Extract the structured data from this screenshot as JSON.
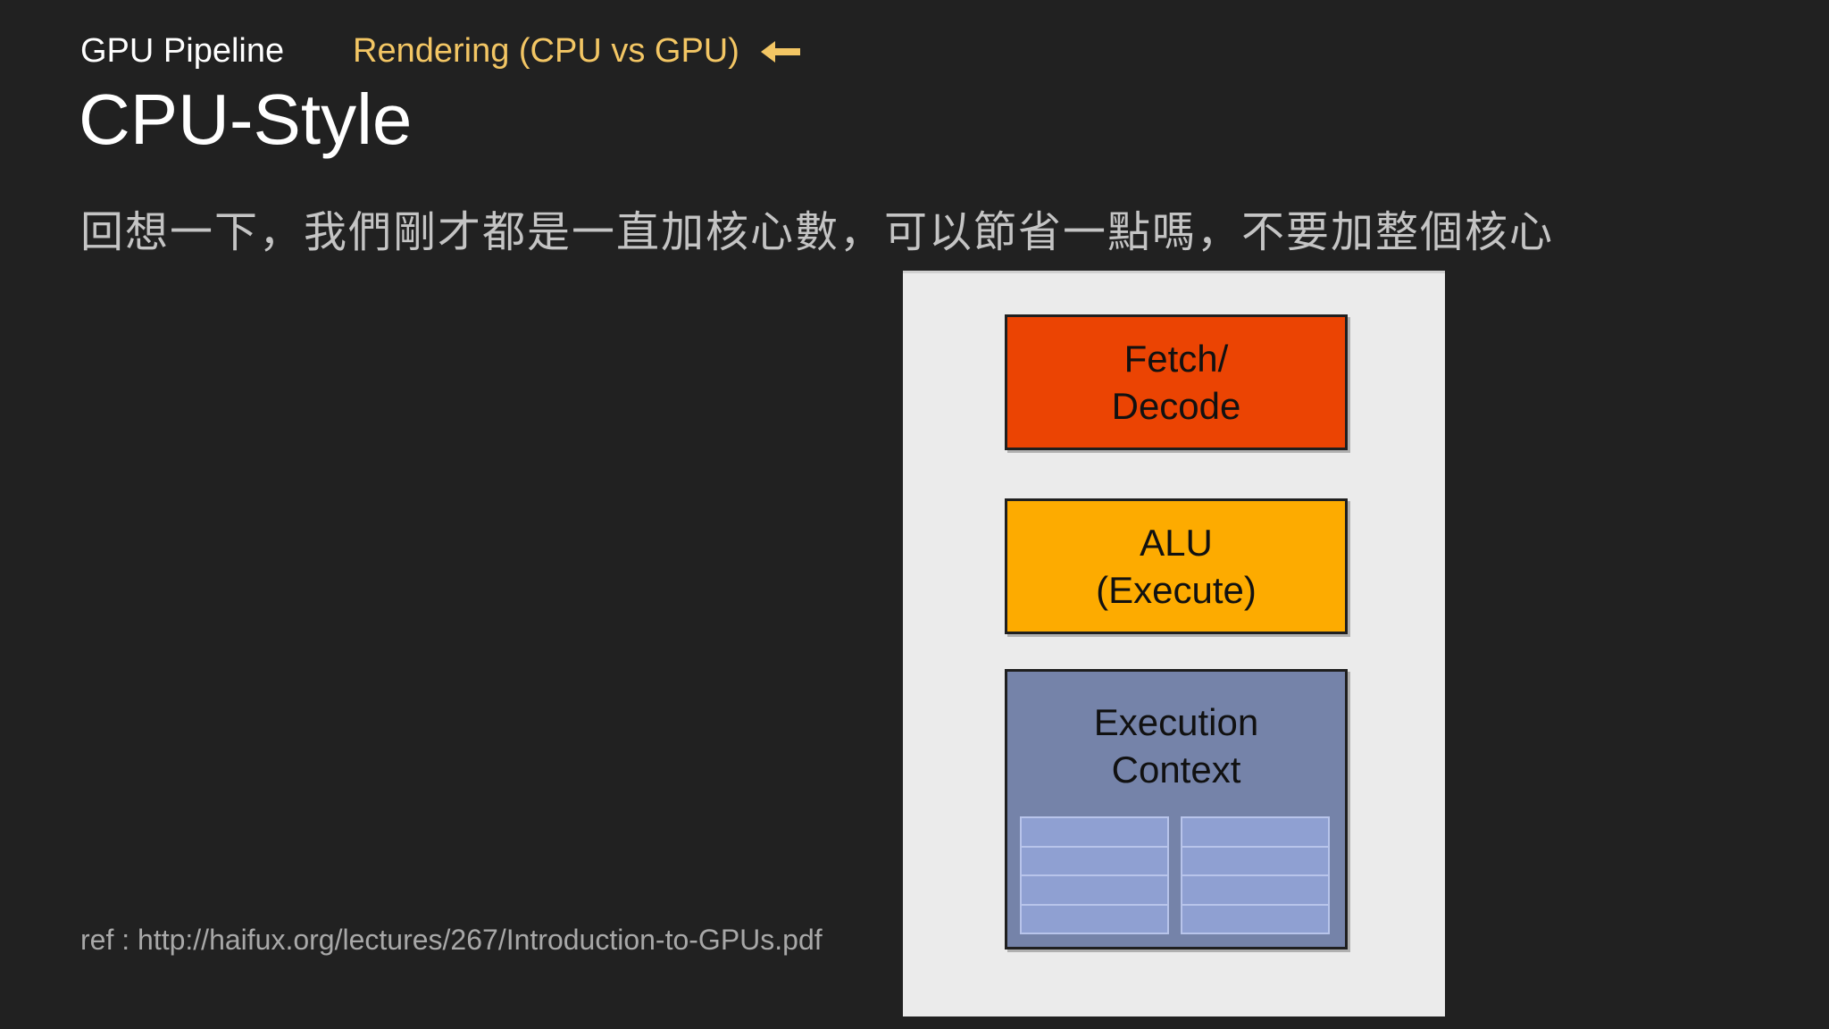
{
  "header": {
    "section": "GPU Pipeline",
    "subsection": "Rendering (CPU vs GPU)",
    "arrow_icon": "arrow-left-icon",
    "subsection_color": "#f3c664"
  },
  "title": "CPU-Style",
  "subtitle": "回想一下，我們剛才都是一直加核心數，可以節省一點嗎，不要加整個核心",
  "diagram": {
    "fetch": {
      "line1": "Fetch/",
      "line2": "Decode",
      "color": "#eb4403"
    },
    "alu": {
      "line1": "ALU",
      "line2": "(Execute)",
      "color": "#fdab00"
    },
    "context": {
      "line1": "Execution",
      "line2": "Context",
      "color": "#7583a9"
    }
  },
  "ref": "ref : http://haifux.org/lectures/267/Introduction-to-GPUs.pdf"
}
